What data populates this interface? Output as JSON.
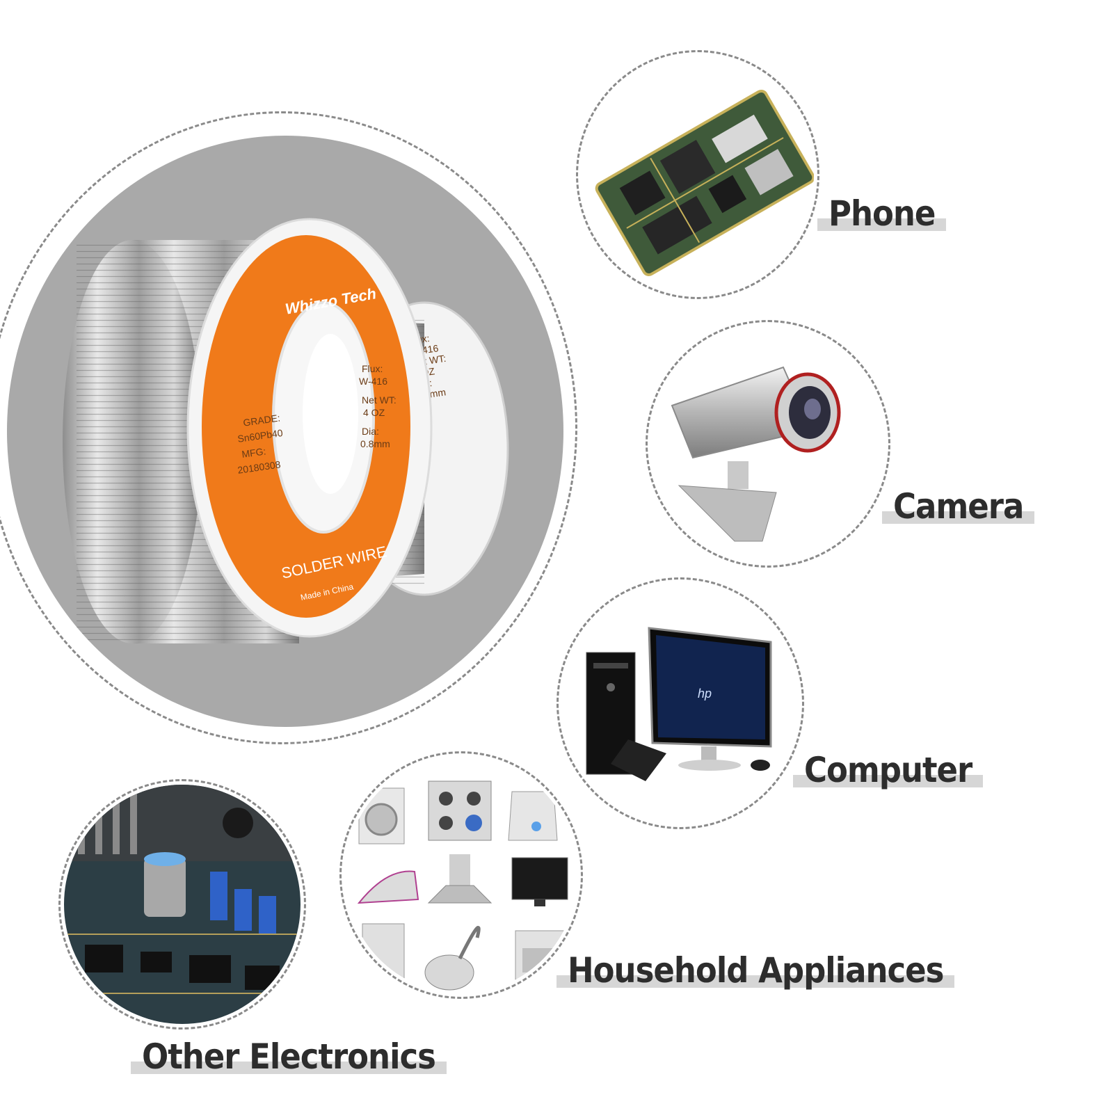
{
  "spool": {
    "brand": "Whizzo Tech",
    "grade_label": "GRADE:",
    "grade_value": "Sn60Pb40",
    "mfg_label": "MFG:",
    "mfg_value": "20180308",
    "flux_label": "Flux:",
    "flux_value": "W-416",
    "netwt_label": "Net WT:",
    "netwt_value": "4 OZ",
    "dia_label": "Dia:",
    "dia_value": "0.8mm",
    "product": "SOLDER WIRE",
    "origin": "Made in China",
    "back_flux_label": "Flux:",
    "back_flux_value": "W-416",
    "back_netwt_label": "Net WT:",
    "back_netwt_value": "4 OZ",
    "back_dia_label": "Dia:",
    "back_dia_value": "0.8mm"
  },
  "applications": {
    "phone": "Phone",
    "camera": "Camera",
    "computer": "Computer",
    "household": "Household Appliances",
    "other": "Other Electronics"
  },
  "monitor_logo": "hp",
  "colors": {
    "spool_orange": "#f07a1a",
    "disc_gray": "#a9a9a9",
    "pcb_green": "#3f5a3a",
    "label_text": "#2d2d2d",
    "label_bar": "#d6d6d6"
  }
}
